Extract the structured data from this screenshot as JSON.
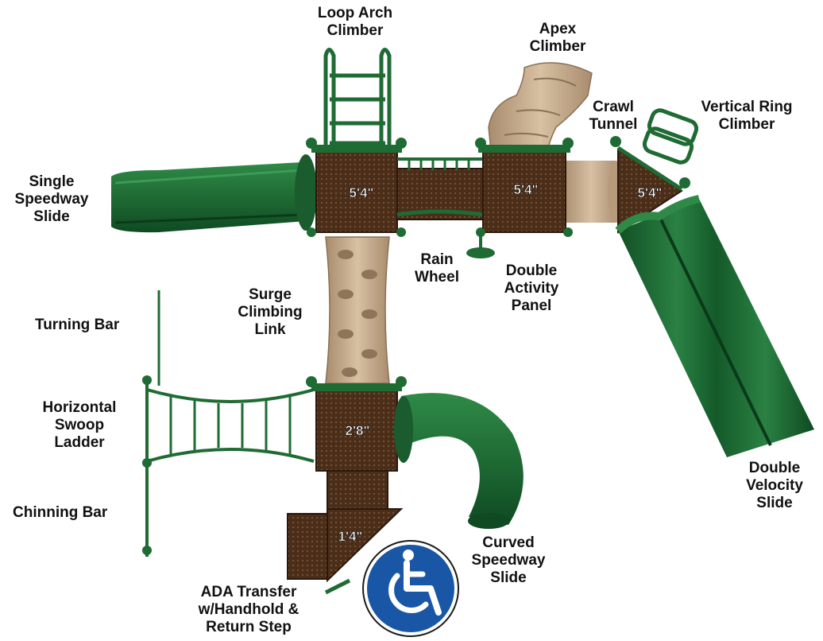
{
  "colors": {
    "green": "#1f6b34",
    "green_dark": "#0f4a22",
    "brown_deck": "#4a2e1a",
    "tan": "#c9ad8e",
    "ada_blue": "#1a56a6"
  },
  "labels": {
    "loop_arch_climber": [
      "Loop Arch",
      "Climber"
    ],
    "apex_climber": [
      "Apex",
      "Climber"
    ],
    "crawl_tunnel": [
      "Crawl",
      "Tunnel"
    ],
    "vertical_ring_climber": [
      "Vertical Ring",
      "Climber"
    ],
    "single_speedway_slide": [
      "Single",
      "Speedway",
      "Slide"
    ],
    "rain_wheel": [
      "Rain",
      "Wheel"
    ],
    "double_activity_panel": [
      "Double",
      "Activity",
      "Panel"
    ],
    "surge_climbing_link": [
      "Surge",
      "Climbing",
      "Link"
    ],
    "turning_bar": [
      "Turning Bar"
    ],
    "horizontal_swoop_ladder": [
      "Horizontal",
      "Swoop",
      "Ladder"
    ],
    "chinning_bar": [
      "Chinning Bar"
    ],
    "double_velocity_slide": [
      "Double",
      "Velocity",
      "Slide"
    ],
    "curved_speedway_slide": [
      "Curved",
      "Speedway",
      "Slide"
    ],
    "ada_transfer": [
      "ADA Transfer",
      "w/Handhold &",
      "Return Step"
    ]
  },
  "heights": {
    "deck_left": "5'4\"",
    "deck_middle": "5'4\"",
    "deck_right": "5'4\"",
    "deck_lower": "2'8\"",
    "transfer_step": "1'4\""
  },
  "icons": {
    "accessibility": "wheelchair-icon"
  }
}
